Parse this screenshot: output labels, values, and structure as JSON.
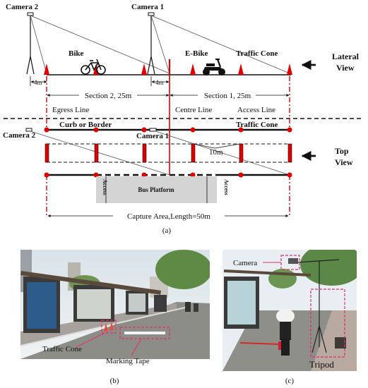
{
  "diagram": {
    "lateral": {
      "camera2_label": "Camera 2",
      "camera1_label": "Camera 1",
      "bike_label": "Bike",
      "ebike_label": "E-Bike",
      "traffic_cone_label": "Traffic Cone",
      "view_label_line1": "Lateral",
      "view_label_line2": "View",
      "dist_4m_left": "4m",
      "dist_4m_mid": "4m",
      "section2": "Section 2, 25m",
      "section1": "Section 1, 25m",
      "egress_line": "Egress Line",
      "centre_line": "Centre Line",
      "access_line": "Access Line"
    },
    "top": {
      "camera2_label": "Camera 2",
      "curb_label": "Curb or Border",
      "camera1_label": "Camera 1",
      "traffic_cone_label": "Traffic Cone",
      "dist_10m": "10m",
      "view_label_line1": "Top",
      "view_label_line2": "View",
      "access_left": "Access",
      "access_right": "Access",
      "bus_platform": "Bus Platform",
      "capture_area": "Capture Area,Length=50m"
    },
    "caption": "(a)"
  },
  "photo_b": {
    "traffic_cone_label": "Traffic Cone",
    "marking_tape_label": "Marking Tape",
    "caption": "(b)"
  },
  "photo_c": {
    "camera_label": "Camera",
    "tripod_label": "Tripod",
    "caption": "(c)"
  },
  "colors": {
    "marker_red": "#e00000",
    "annotation_pink": "#e0306a",
    "platform_gray": "#d4d4d4"
  }
}
